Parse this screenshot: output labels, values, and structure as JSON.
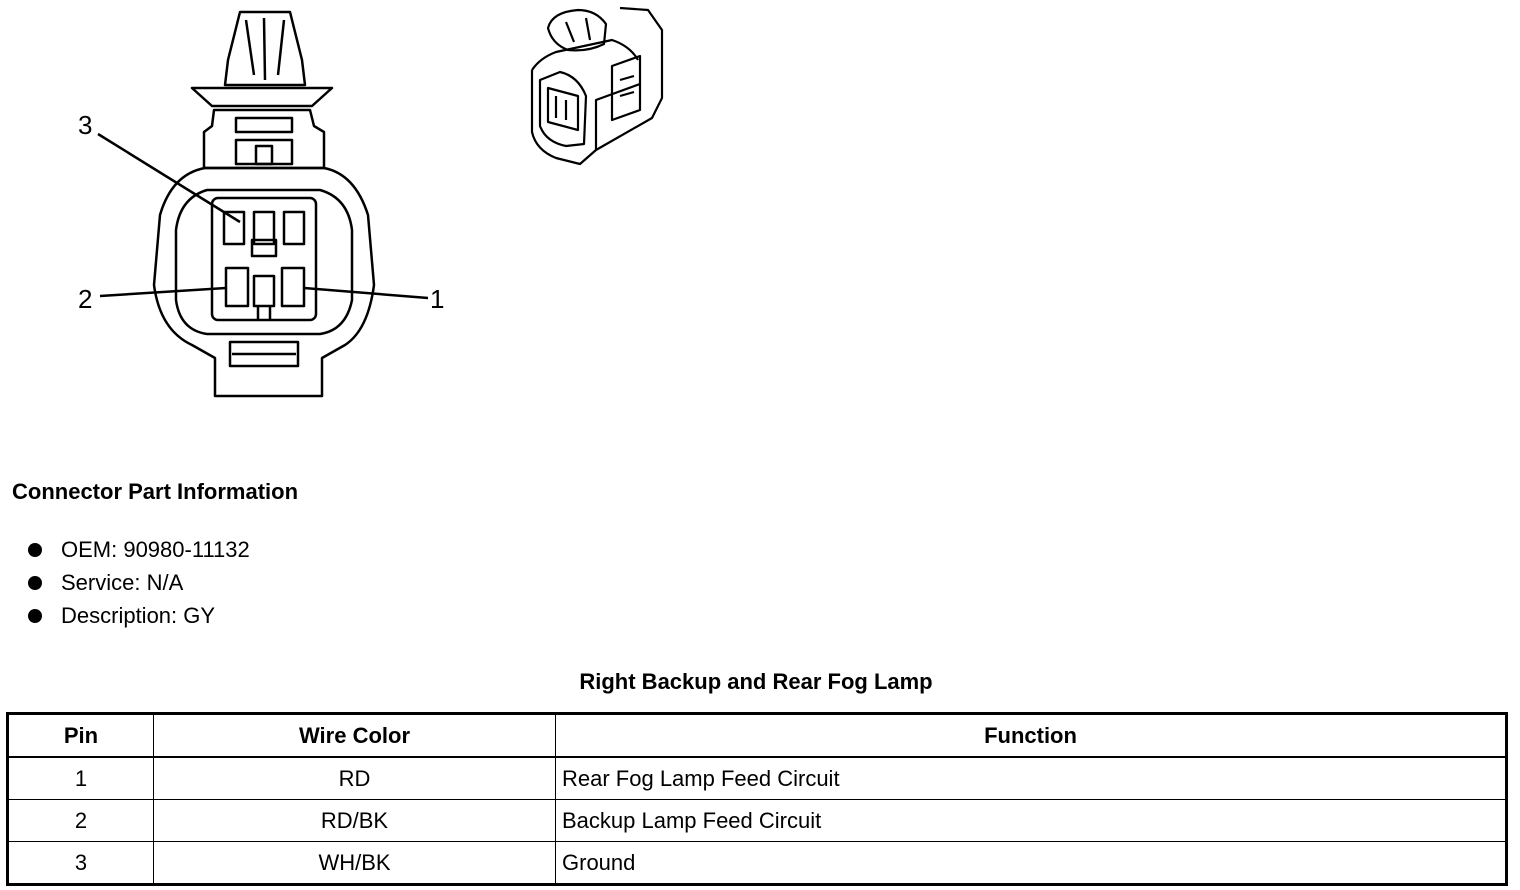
{
  "connector": {
    "pin_labels": [
      "3",
      "2",
      "1"
    ]
  },
  "part_info": {
    "title": "Connector Part Information",
    "items": [
      {
        "label": "OEM: 90980-11132"
      },
      {
        "label": "Service: N/A"
      },
      {
        "label": "Description: GY"
      }
    ]
  },
  "pin_table": {
    "title": "Right Backup and Rear Fog Lamp",
    "headers": {
      "pin": "Pin",
      "wire_color": "Wire Color",
      "function": "Function"
    },
    "rows": [
      {
        "pin": "1",
        "wire_color": "RD",
        "function": "Rear Fog Lamp Feed Circuit"
      },
      {
        "pin": "2",
        "wire_color": "RD/BK",
        "function": "Backup Lamp Feed Circuit"
      },
      {
        "pin": "3",
        "wire_color": "WH/BK",
        "function": "Ground"
      }
    ]
  }
}
